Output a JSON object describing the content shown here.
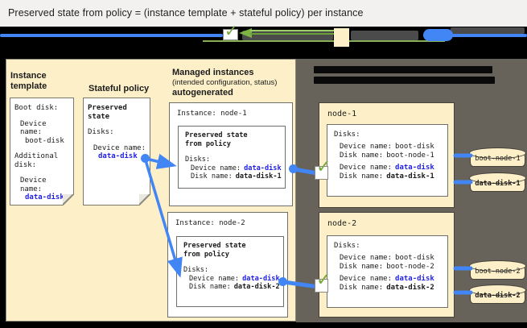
{
  "title": "Preserved state from policy = (instance template + stateful policy) per instance",
  "icons": {
    "check": "✓"
  },
  "colors": {
    "accent_blue": "#4285f4",
    "value_blue": "#1f1fe8",
    "check_green": "#76a83e",
    "panel_beige": "#fdf0c9",
    "panel_dark": "#67625a"
  },
  "legend": {
    "items": [
      "reference-line-blue",
      "applied-check",
      "copy-arrow-green",
      "config-swatch-beige",
      "disk-pill-blue"
    ]
  },
  "instance_template": {
    "label": "Instance template",
    "doc": {
      "boot_section": "Boot disk:",
      "boot_device_label": "Device name:",
      "boot_device": "boot-disk",
      "additional_section_1": "Additional",
      "additional_section_2": "disk:",
      "add_device_label": "Device name:",
      "add_device": "data-disk"
    }
  },
  "stateful_policy": {
    "label": "Stateful policy",
    "doc": {
      "title_1": "Preserved",
      "title_2": "state",
      "disks_label": "Disks:",
      "device_label": "Device name:",
      "device": "data-disk"
    }
  },
  "managed_instances": {
    "header": "Managed instances",
    "subheader": "(intended configuration, status)",
    "subheader2": "autogenerated",
    "instances": [
      {
        "title": "Instance: node-1",
        "preserved_1": "Preserved state",
        "preserved_2": "from policy",
        "disks_label": "Disks:",
        "device_label": "Device name:",
        "device": "data-disk",
        "disk_label": "Disk name:",
        "disk": "data-disk-1"
      },
      {
        "title": "Instance: node-2",
        "preserved_1": "Preserved state",
        "preserved_2": "from policy",
        "disks_label": "Disks:",
        "device_label": "Device name:",
        "device": "data-disk",
        "disk_label": "Disk name:",
        "disk": "data-disk-2"
      }
    ]
  },
  "vm_instances": {
    "nodes": [
      {
        "name": "node-1",
        "disks_label": "Disks:",
        "boot_device_label": "Device name:",
        "boot_device": "boot-disk",
        "boot_disk_label": "Disk name:",
        "boot_disk": "boot-node-1",
        "data_device_label": "Device name:",
        "data_device": "data-disk",
        "data_disk_label": "Disk name:",
        "data_disk": "data-disk-1",
        "cyl_boot": "boot-node-1",
        "cyl_data": "data-disk-1"
      },
      {
        "name": "node-2",
        "disks_label": "Disks:",
        "boot_device_label": "Device name:",
        "boot_device": "boot-disk",
        "boot_disk_label": "Disk name:",
        "boot_disk": "boot-node-2",
        "data_device_label": "Device name:",
        "data_device": "data-disk",
        "data_disk_label": "Disk name:",
        "data_disk": "data-disk-2",
        "cyl_boot": "boot-node-2",
        "cyl_data": "data-disk-2"
      }
    ]
  }
}
